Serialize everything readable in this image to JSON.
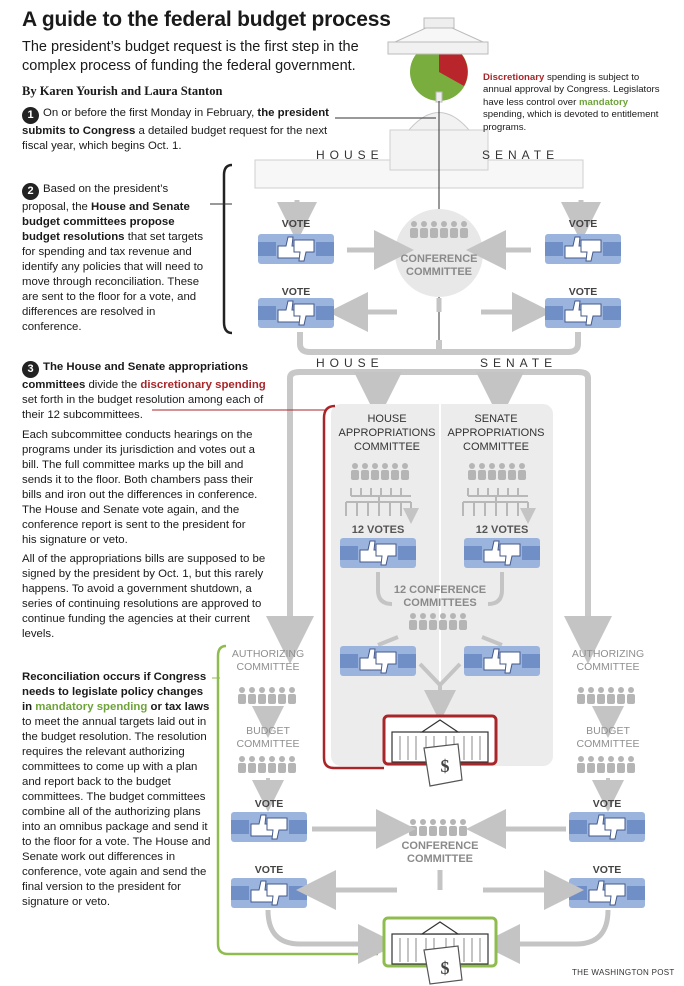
{
  "header": {
    "title": "A guide to the federal budget process",
    "subtitle": "The president’s budget request is the first step in the complex process of funding the federal government.",
    "byline": "By  Karen Yourish and Laura Stanton"
  },
  "pie": {
    "colors": {
      "discretionary": "#b8252b",
      "mandatory": "#79ad3e"
    },
    "note_discretionary": "Discretionary",
    "note_part1": " spending is subject to annual approval by Congress. Legislators have less control over ",
    "note_mandatory": "mandatory",
    "note_part2": " spending, which is devoted to entitlement programs."
  },
  "step1": {
    "number": "1",
    "text1": "On or before the first Monday in February, ",
    "bold": "the president submits to Congress",
    "text2": " a detailed budget request for the next fiscal year, which begins Oct. 1."
  },
  "step2": {
    "number": "2",
    "text1": "Based on the president’s proposal, the ",
    "bold": "House and Senate budget committees propose budget resolutions",
    "text2": " that set targets for spending and tax revenue and identify any policies that will need to move through reconciliation. These are sent to the floor for a vote, and differences are resolved in conference."
  },
  "step3": {
    "number": "3",
    "bold1": "The House and Senate appropriations committees",
    "text1": " divide the ",
    "red": "discretionary spending",
    "text2": " set forth in the budget resolution among each of their 12 subcommittees.",
    "para2": "Each subcommittee conducts hearings on the programs under its jurisdiction and votes out a bill. The full committee marks up the bill and sends it to the floor. Both chambers pass their bills and iron out the differences in conference. The House and Senate vote again, and the conference report is sent to the president for his signature or veto.",
    "para3": "All of the appropriations bills are supposed to be signed by the president by Oct. 1, but this rarely happens. To avoid a government shutdown, a series of continuing resolutions are approved to continue funding the agencies at their current levels."
  },
  "reconciliation": {
    "bold1": "Reconciliation occurs if Congress needs to legislate policy changes in ",
    "green": "mandatory spending",
    "bold2": " or tax laws",
    "text": " to meet the annual targets laid out in the budget resolution. The resolution requires the relevant authorizing committees to come up with a plan and report back to the budget committees. The budget committees combine all of the authorizing plans into an omnibus package and send it to the floor for a vote. The House and Senate work out  differences in conference, vote again and send the final version to the president for signature or veto."
  },
  "diagram": {
    "house": "HOUSE",
    "senate": "SENATE",
    "vote": "VOTE",
    "conference_1": "CONFERENCE",
    "conference_2": "COMMITTEE",
    "house_approp": [
      "HOUSE",
      "APPROPRIATIONS",
      "COMMITTEE"
    ],
    "senate_approp": [
      "SENATE",
      "APPROPRIATIONS",
      "COMMITTEE"
    ],
    "votes12": "12 VOTES",
    "conf12_1": "12 CONFERENCE",
    "conf12_2": "COMMITTEES",
    "authorizing": [
      "AUTHORIZING",
      "COMMITTEE"
    ],
    "budget": [
      "BUDGET",
      "COMMITTEE"
    ],
    "dollar": "$"
  },
  "footer": {
    "credit": "THE WASHINGTON POST"
  }
}
